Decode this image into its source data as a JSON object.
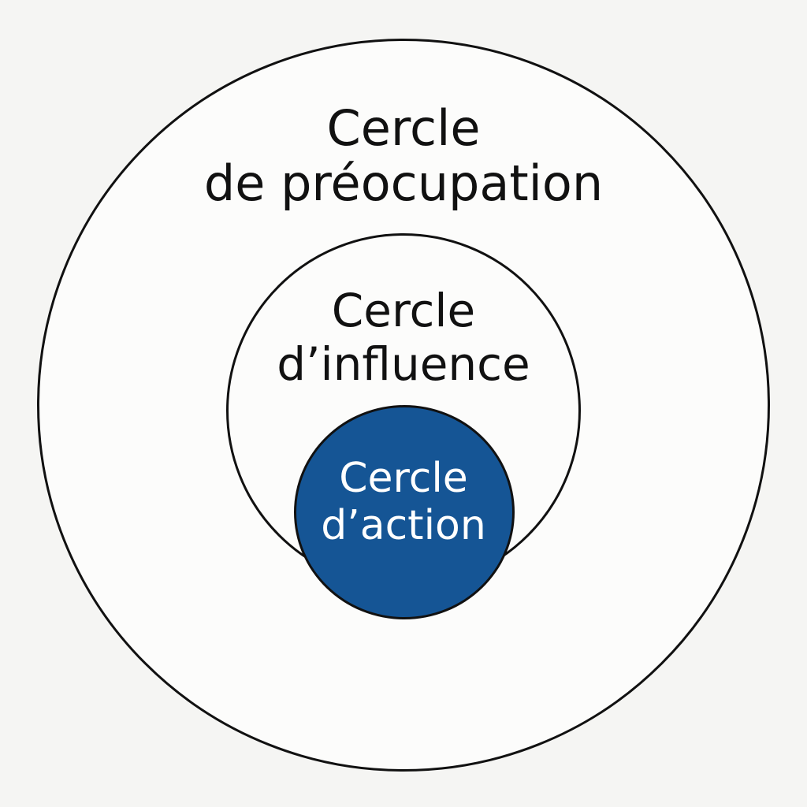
{
  "diagram": {
    "outer_circle": {
      "line1": "Cercle",
      "line2": "de préocupation",
      "fill": "#fcfcfb",
      "stroke": "#111111",
      "text_color": "#111111"
    },
    "middle_circle": {
      "line1": "Cercle",
      "line2": "d’influence",
      "fill": "#fcfcfb",
      "stroke": "#111111",
      "text_color": "#111111"
    },
    "inner_circle": {
      "line1": "Cercle",
      "line2": "d’action",
      "fill": "#155595",
      "stroke": "#111111",
      "text_color": "#ffffff"
    },
    "background": "#f5f5f3"
  }
}
